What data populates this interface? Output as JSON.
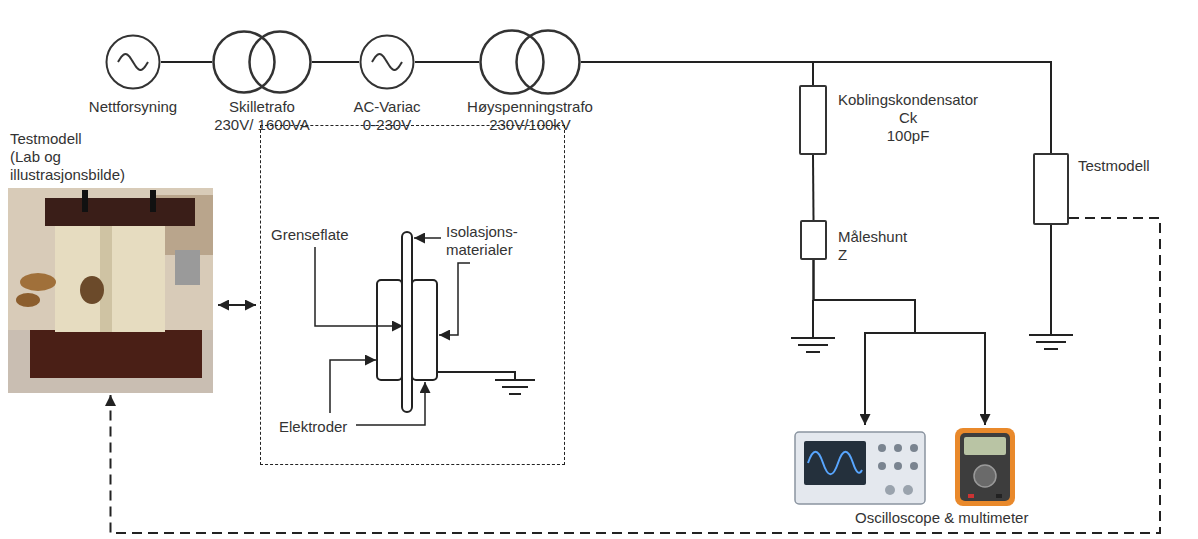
{
  "diagram": {
    "nodes": [
      {
        "text": [
          "Nettforsyning"
        ]
      },
      {
        "text": [
          "Skilletrafo 230V/ 1600VA"
        ]
      },
      {
        "text": [
          "AC-Variac 0-230V"
        ]
      },
      {
        "text": [
          "Høyspenningstrafo 230V/100kV"
        ]
      },
      {
        "text": [
          "Koblingskondensator Ck 100pF"
        ]
      },
      {
        "text": [
          "Måleshunt Z"
        ]
      },
      {
        "text": [
          "Testmodell"
        ]
      },
      {
        "text": [
          "Testmodell (Lab og illustrasjonsbilde)"
        ]
      },
      {
        "text": [
          "Grenseflate",
          "Isolasjons- materialer",
          "Elektroder"
        ]
      },
      {
        "text": [
          "Oscilloscope & multimeter"
        ]
      }
    ],
    "edges": [
      {
        "from": 0,
        "to": 1,
        "arrow": "none"
      },
      {
        "from": 1,
        "to": 2,
        "arrow": "none"
      },
      {
        "from": 2,
        "to": 3,
        "arrow": "none"
      },
      {
        "from": 3,
        "to": 4,
        "arrow": "none"
      },
      {
        "from": 3,
        "to": 6,
        "arrow": "none"
      },
      {
        "from": 4,
        "to": 5,
        "arrow": "none"
      },
      {
        "from": 5,
        "to": 9,
        "arrow": "to"
      },
      {
        "from": 5,
        "to": 9,
        "arrow": "to"
      },
      {
        "from": 6,
        "to": 7,
        "arrow": "to"
      },
      {
        "from": 7,
        "to": 8,
        "arrow": "both"
      }
    ]
  }
}
